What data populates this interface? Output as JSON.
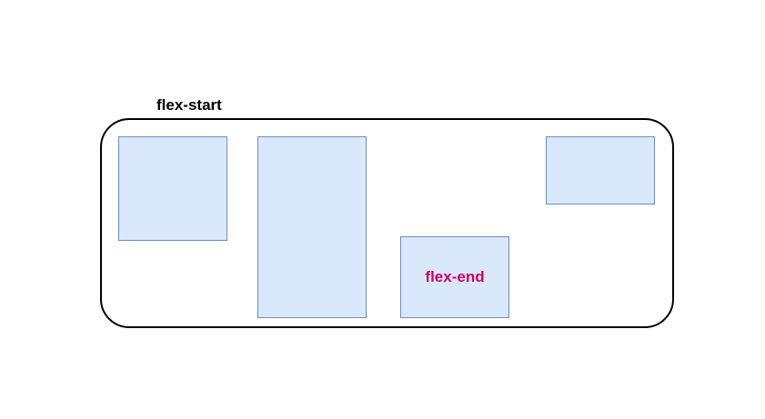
{
  "diagram": {
    "container_label": "flex-start",
    "end_label": "flex-end",
    "colors": {
      "box_fill": "#dae8fc",
      "box_stroke": "#6c8ebf",
      "end_label_color": "#cc0066",
      "container_stroke": "#000000"
    },
    "boxes": [
      {
        "id": "item-1",
        "icon": "rectangle-shape"
      },
      {
        "id": "item-2",
        "icon": "rectangle-shape"
      },
      {
        "id": "item-3",
        "icon": "rectangle-shape"
      },
      {
        "id": "item-4",
        "icon": "rectangle-shape"
      }
    ]
  }
}
